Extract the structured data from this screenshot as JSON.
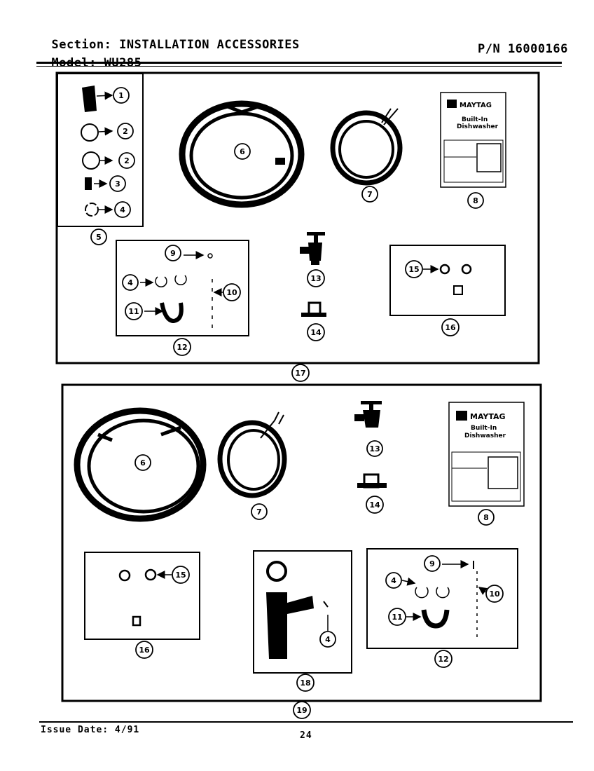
{
  "header": {
    "section_label": "Section:",
    "section_value": "INSTALLATION ACCESSORIES",
    "model_label": "Model:",
    "model_value": "WU285",
    "part_number": "P/N 16000166"
  },
  "booklet": {
    "brand": "MAYTAG",
    "title_line1": "Built-In",
    "title_line2": "Dishwasher"
  },
  "callouts": {
    "top": {
      "c1": "1",
      "c2a": "2",
      "c2b": "2",
      "c3": "3",
      "c4a": "4",
      "c5": "5",
      "c6": "6",
      "c7": "7",
      "c8": "8",
      "c9": "9",
      "c4b": "4",
      "c10": "10",
      "c11": "11",
      "c12": "12",
      "c13": "13",
      "c14": "14",
      "c15": "15",
      "c16": "16",
      "c17": "17"
    },
    "bottom": {
      "c6": "6",
      "c7": "7",
      "c13": "13",
      "c8": "8",
      "c14": "14",
      "c15": "15",
      "c16": "16",
      "c4a": "4",
      "c18": "18",
      "c9": "9",
      "c4b": "4",
      "c10": "10",
      "c11": "11",
      "c12": "12",
      "c19": "19"
    }
  },
  "footer": {
    "issue_date": "Issue Date: 4/91",
    "page_number": "24"
  }
}
